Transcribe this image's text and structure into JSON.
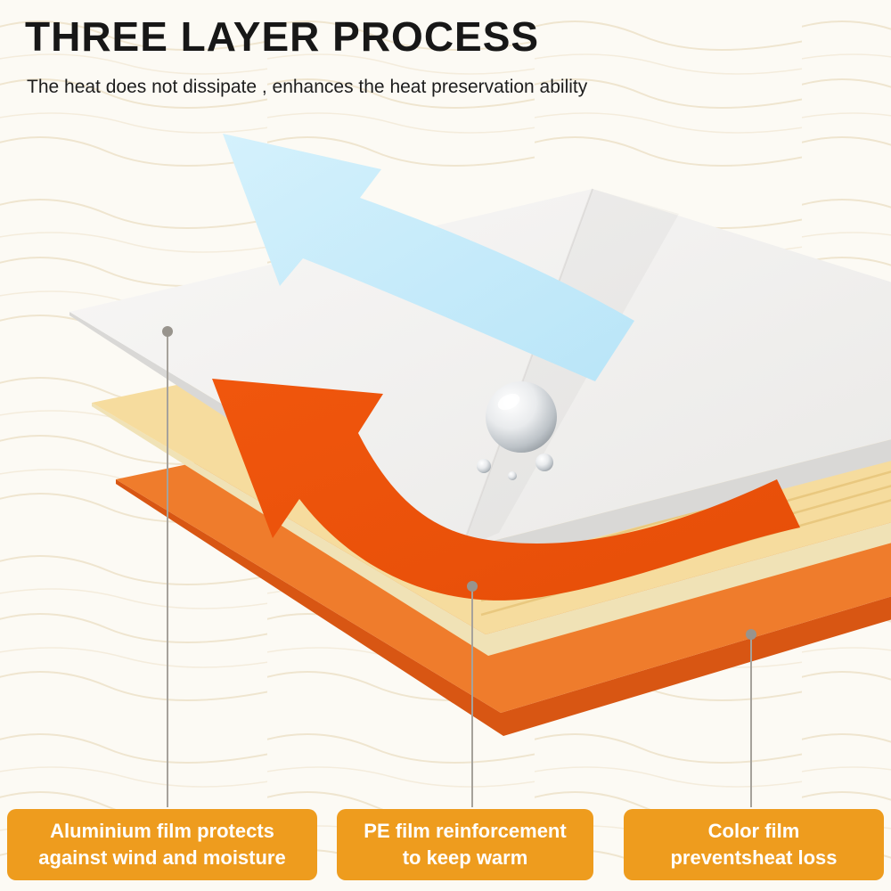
{
  "header": {
    "title": "THREE LAYER PROCESS",
    "subtitle": "The heat does not dissipate , enhances the heat preservation ability"
  },
  "callouts": [
    {
      "line1": "Aluminium film protects",
      "line2": "against wind and moisture"
    },
    {
      "line1": "PE film reinforcement",
      "line2": "to keep warm"
    },
    {
      "line1": "Color film",
      "line2": "preventsheat loss"
    }
  ],
  "illustration": {
    "icons": {
      "blue_arrow": "up-arrow-blue",
      "orange_arrow": "heat-arrow-orange",
      "droplet": "water-droplet"
    },
    "layers": [
      {
        "name": "Aluminium film",
        "position": "top"
      },
      {
        "name": "PE film",
        "position": "middle"
      },
      {
        "name": "Color film",
        "position": "bottom"
      }
    ]
  },
  "colors": {
    "label_bg": "#EE9C1E",
    "label_text": "#FFFFFF",
    "arrow_blue": "#C9ECFB",
    "arrow_orange": "#EE5A0D",
    "layer_white": "#F3F2F0",
    "layer_white_edge": "#D9D8D6",
    "layer_tan": "#F6DC9E",
    "layer_tan_edge": "#F0E2B6",
    "layer_orange": "#EF7C2C",
    "layer_orange_edge": "#D85613",
    "background": "#FCFAF4",
    "texture": "#EFE5CF",
    "callout_line": "#A6A29B"
  }
}
